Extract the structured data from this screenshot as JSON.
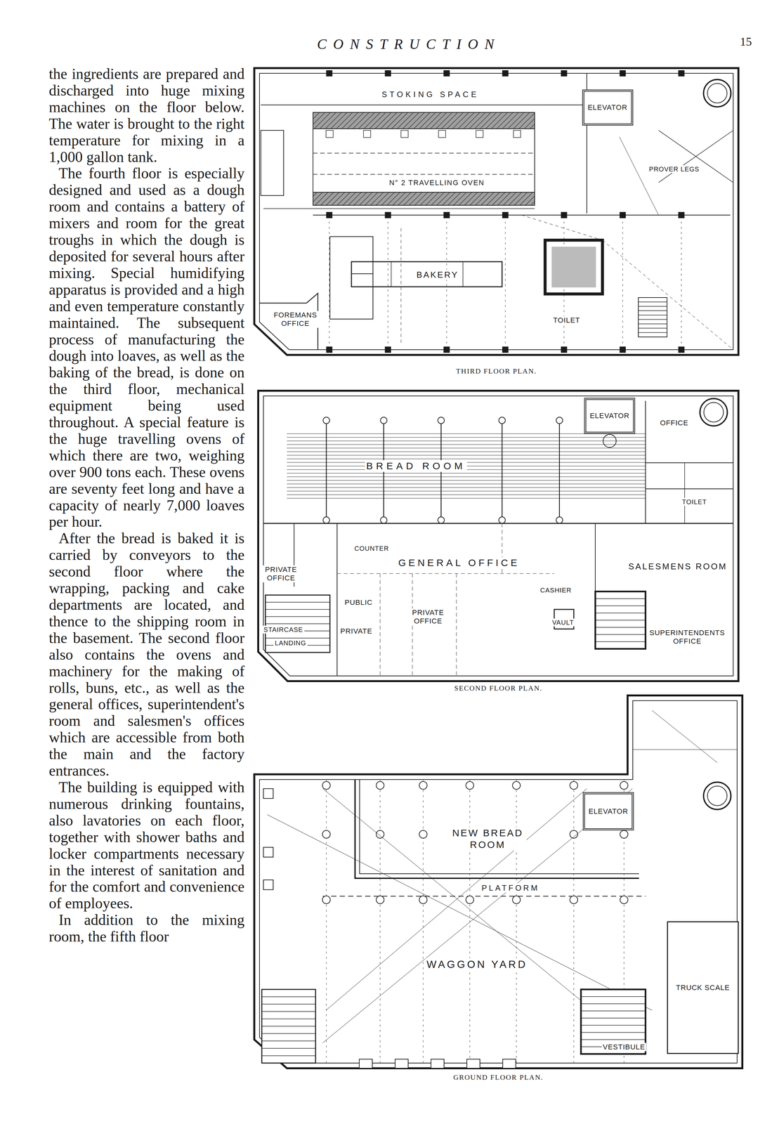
{
  "diagram": {
    "title": "CONSTRUCTION",
    "nodes": [
      {
        "text": [
          "THIRD FLOOR PLAN."
        ]
      },
      {
        "text": [
          "ELEVATOR"
        ],
        "in": 0
      },
      {
        "text": [
          "FOREMANS OFFICE"
        ],
        "in": 0
      },
      {
        "text": [
          "TOILET"
        ],
        "in": 0
      },
      {
        "text": [
          "SECOND FLOOR PLAN."
        ]
      },
      {
        "text": [
          "ELEVATOR"
        ],
        "in": 4
      },
      {
        "text": [
          "OFFICE"
        ],
        "in": 4
      },
      {
        "text": [
          "PRIVATE OFFICE"
        ],
        "in": 4
      },
      {
        "text": [
          "PUBLIC"
        ],
        "in": 4
      },
      {
        "text": [
          "PRIVATE OFFICE"
        ],
        "in": 4
      },
      {
        "text": [
          "PRIVATE"
        ],
        "in": 4
      },
      {
        "text": [
          "SUPERINTENDENTS OFFICE"
        ],
        "in": 4
      },
      {
        "text": [
          "GROUND FLOOR PLAN."
        ]
      },
      {
        "text": [
          "ELEVATOR"
        ],
        "in": 12
      },
      {
        "text": [
          "TRUCK SCALE"
        ],
        "in": 12
      },
      {
        "text": [
          "VESTIBULE"
        ],
        "in": 12
      }
    ],
    "labels": [
      "15",
      "the ingredients are prepared and discharged into huge mixing machines on the floor below. The water is brought to the right temperature for mixing in a 1,000 gallon tank.",
      "The fourth floor is especially designed and used as a dough room and contains a battery of mixers and room for the great troughs in which the dough is deposited for several hours after mixing. Special humidifying apparatus is provided and a high and even temperature constantly maintained. The subsequent process of manufacturing the dough into loaves, as well as the baking of the bread, is done on the third floor, mechanical equipment being used throughout. A special feature is the huge travelling ovens of which there are two, weighing over 900 tons each. These ovens are seventy feet long and have a capacity of nearly 7,000 loaves per hour.",
      "After the bread is baked it is carried by conveyors to the second floor where the wrapping, packing and cake departments are located, and thence to the shipping room in the basement. The second floor also contains the ovens and machinery for the making of rolls, buns, etc., as well as the general offices, superintendent's room and salesmen's offices which are accessible from both the main and the factory entrances.",
      "The building is equipped with numerous drinking fountains, also lavatories on each floor, together with shower baths and locker compartments necessary in the interest of sanitation and for the comfort and convenience of employees.",
      "In addition to the mixing room, the fifth floor",
      "STOKING SPACE",
      "N° 2 TRAVELLING OVEN",
      "BAKERY",
      "PROVER LEGS",
      "BREAD ROOM",
      "GENERAL OFFICE",
      "SALESMENS ROOM",
      "CASHIER",
      "VAULT",
      "TOILET",
      "STAIRCASE",
      "LANDING",
      "COUNTER",
      "NEW BREAD ROOM",
      "PLATFORM",
      "WAGGON YARD"
    ]
  }
}
